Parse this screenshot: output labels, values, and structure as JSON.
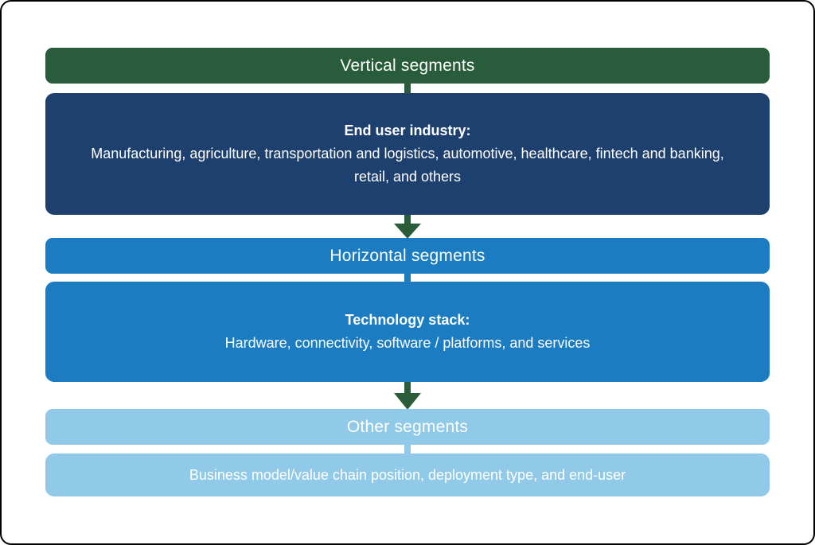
{
  "frame": {
    "background": "#ffffff",
    "border_color": "#000000"
  },
  "colors": {
    "green": "#285c3b",
    "navy": "#1e406e",
    "blue": "#1b7cc2",
    "light_blue": "#90cae8",
    "arrow_green": "#2a5c3a",
    "text": "#ffffff"
  },
  "sections": [
    {
      "id": "vertical-segments",
      "header": "Vertical segments",
      "body_title": "End user industry:",
      "body": "Manufacturing, agriculture, transportation and logistics, automotive, healthcare, fintech and banking, retail, and others"
    },
    {
      "id": "horizontal-segments",
      "header": "Horizontal segments",
      "body_title": "Technology stack:",
      "body": "Hardware, connectivity, software / platforms, and services"
    },
    {
      "id": "other-segments",
      "header": "Other segments",
      "body_title": "",
      "body": "Business model/value chain position, deployment type, and end-user"
    }
  ]
}
